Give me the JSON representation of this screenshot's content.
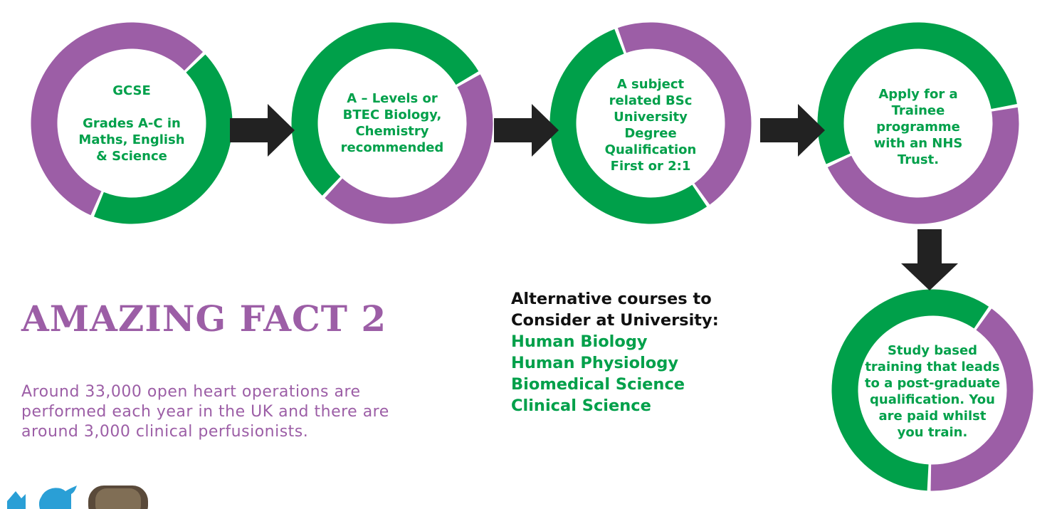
{
  "colors": {
    "green": "#00a04a",
    "purple": "#9c5ea6",
    "arrow": "#222222",
    "text_dark": "#111111"
  },
  "steps": [
    {
      "text": "GCSE\n\nGrades A-C in\nMaths, English\n& Science"
    },
    {
      "text": "A – Levels or\nBTEC Biology,\nChemistry\nrecommended"
    },
    {
      "text": "A subject\nrelated BSc\nUniversity\nDegree\nQualification\nFirst or 2:1"
    },
    {
      "text": "Apply for a\nTrainee\nprogramme\nwith an NHS\nTrust."
    },
    {
      "text": "Study based\ntraining that leads\nto a post-graduate\nqualification. You\nare paid whilst\nyou train."
    }
  ],
  "fact": {
    "title": "AMAZING FACT 2",
    "body": "Around 33,000 open heart operations are performed each year in the UK and there are around 3,000 clinical perfusionists."
  },
  "alternatives": {
    "heading": "Alternative courses to\nConsider at University:",
    "courses": [
      "Human Biology",
      "Human Physiology",
      "Biomedical Science",
      "Clinical Science"
    ]
  },
  "social": {
    "icons": [
      "social-icon",
      "twitter-bird-icon",
      "instagram-icon"
    ]
  }
}
